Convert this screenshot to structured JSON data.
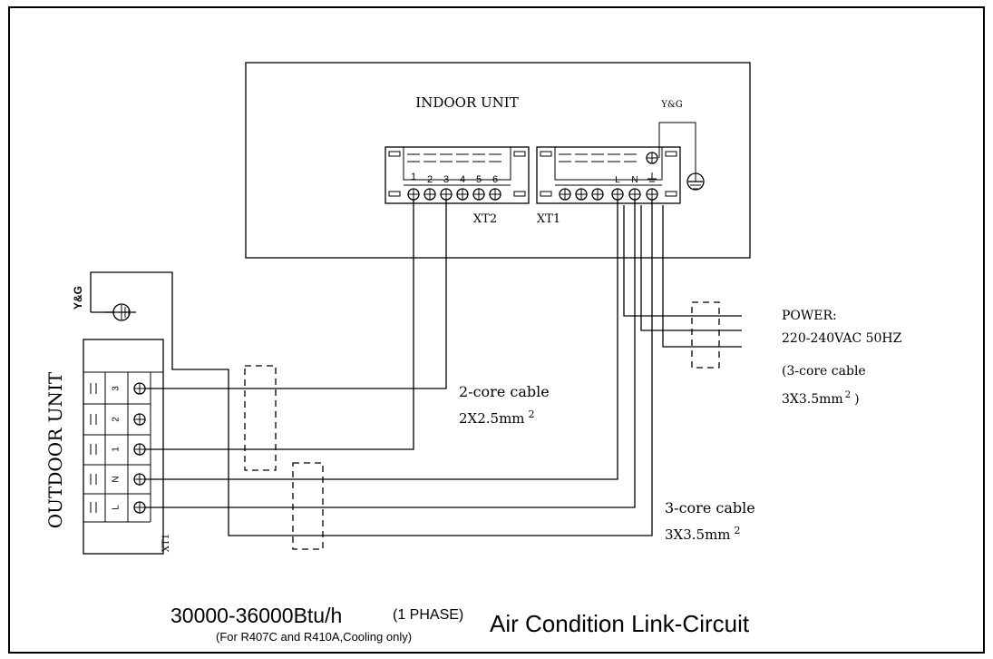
{
  "indoor_unit": {
    "title": "INDOOR UNIT",
    "yg": "Y&G",
    "xt2": {
      "name": "XT2",
      "terminals": [
        "1",
        "2",
        "3",
        "4",
        "5",
        "6"
      ]
    },
    "xt1": {
      "name": "XT1",
      "terminals": [
        "L",
        "N"
      ]
    }
  },
  "outdoor_unit": {
    "title": "OUTDOOR UNIT",
    "yg": "Y&G",
    "xt1": "XT1",
    "terminals": [
      "3",
      "2",
      "1",
      "N",
      "L"
    ]
  },
  "power": {
    "label": "POWER:",
    "spec": "220-240VAC 50HZ",
    "cable_line1": "(3-core cable",
    "cable_line2": "3X3.5mm",
    "cable_sup": "2",
    "cable_close": ")"
  },
  "cables": {
    "two_core": {
      "name": "2-core cable",
      "spec": "2X2.5mm",
      "sup": "2"
    },
    "three_core": {
      "name": "3-core cable",
      "spec": "3X3.5mm",
      "sup": "2"
    }
  },
  "footer": {
    "model": "30000-36000Btu/h",
    "phase": "(1 PHASE)",
    "note": "(For R407C and R410A,Cooling only)",
    "title": "Air Condition Link-Circuit"
  }
}
